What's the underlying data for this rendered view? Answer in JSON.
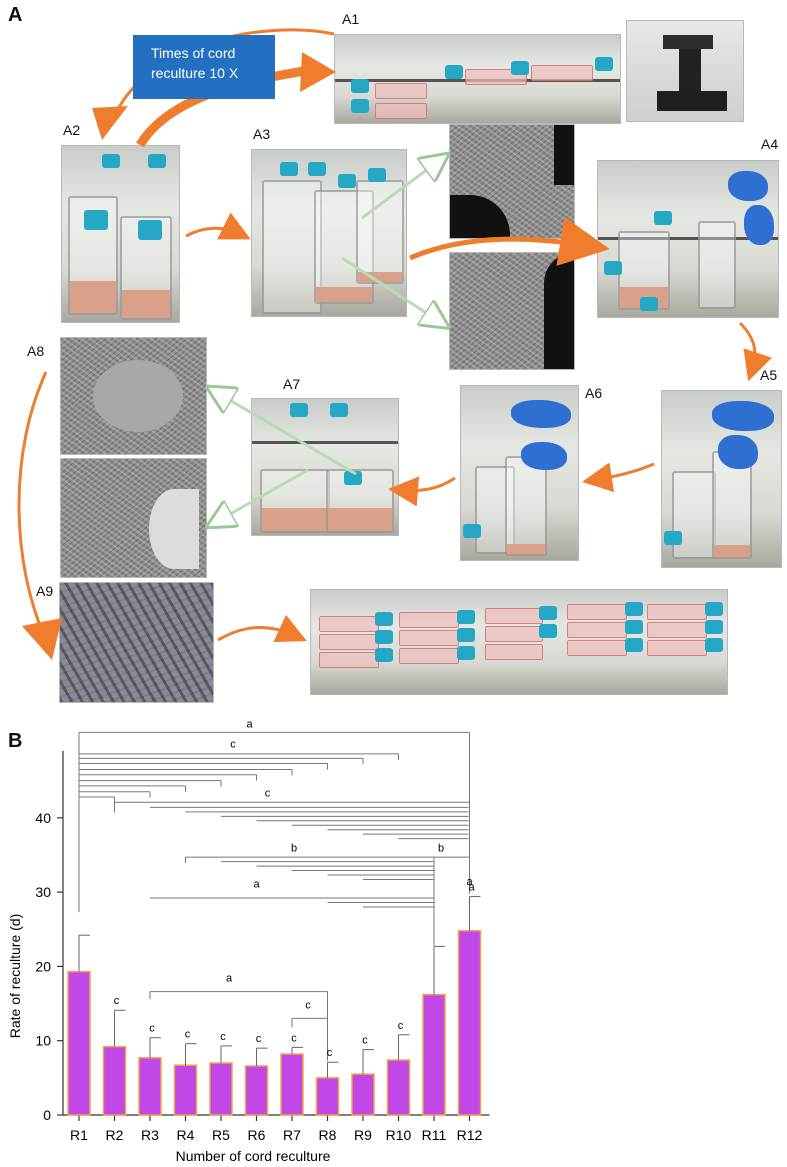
{
  "panel_a": {
    "letter": "A",
    "callout": "Times of cord reculture 10 X",
    "labels": [
      "A1",
      "A2",
      "A3",
      "A4",
      "A5",
      "A6",
      "A7",
      "A8",
      "A9"
    ],
    "colors": {
      "arrow": "#ef7d2d",
      "callout": "#2470c0",
      "green_arrow": "#b7dcb3",
      "flask_cap": "#25a8c6",
      "glove": "#2f6fd1"
    }
  },
  "panel_b": {
    "letter": "B"
  },
  "chart_data": {
    "type": "bar",
    "categories": [
      "R1",
      "R2",
      "R3",
      "R4",
      "R5",
      "R6",
      "R7",
      "R8",
      "R9",
      "R10",
      "R11",
      "R12"
    ],
    "values": [
      19.3,
      9.2,
      7.7,
      6.7,
      7.0,
      6.6,
      8.2,
      5.0,
      5.5,
      7.4,
      16.2,
      24.8
    ],
    "errors": [
      4.9,
      4.9,
      2.7,
      2.9,
      2.3,
      2.4,
      0.9,
      2.1,
      3.3,
      3.4,
      6.5,
      4.6
    ],
    "bar_letters": [
      "",
      "c",
      "c",
      "c",
      "c",
      "c",
      "c",
      "c",
      "c",
      "c",
      "",
      "a"
    ],
    "xlabel": "Number of cord reculture",
    "ylabel": "Rate of reculture (d)",
    "ylim": [
      0,
      49
    ],
    "yticks": [
      0,
      10,
      20,
      30,
      40
    ],
    "bar_color": "#c147e6",
    "bar_edge": "#f0a44a",
    "bracket_labels": {
      "top_a": "a",
      "c_upper": "c",
      "c_lower": "c",
      "b_left": "b",
      "b_right": "b",
      "a_mid": "a",
      "a_r12": "a",
      "a_low": "a",
      "c_low": "c"
    }
  }
}
